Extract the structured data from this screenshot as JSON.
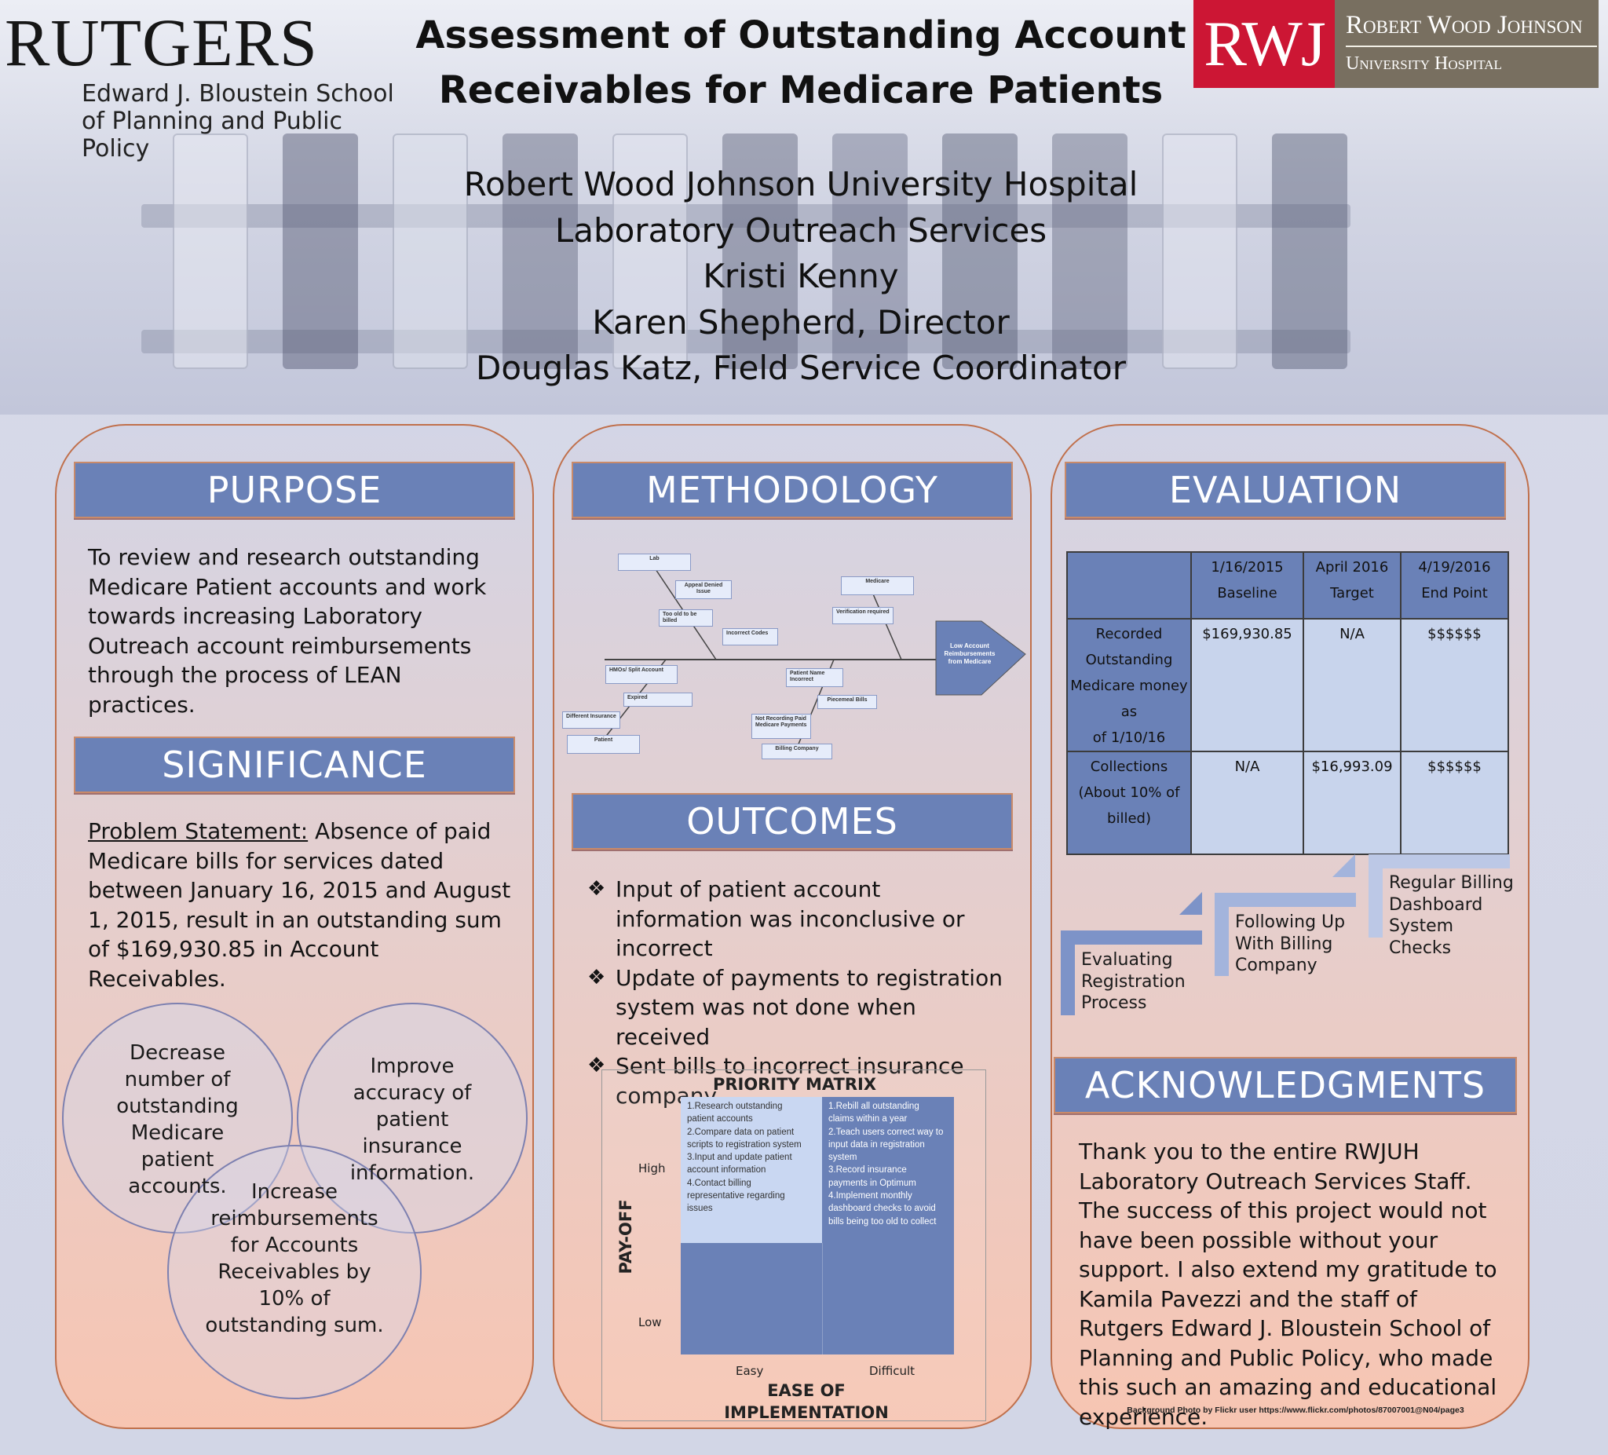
{
  "header": {
    "rutgers_logo_word": "RUTGERS",
    "rutgers_school_line1": "Edward J. Bloustein School",
    "rutgers_school_line2": "of Planning and Public Policy",
    "title_line1": "Assessment of Outstanding Account",
    "title_line2": "Receivables for Medicare Patients",
    "rwj_mark": "RWJ",
    "rwj_line1": "Robert Wood Johnson",
    "rwj_line2": "University Hospital",
    "authors": [
      "Robert Wood Johnson University Hospital",
      "Laboratory Outreach Services",
      "Kristi Kenny",
      "Karen Shepherd, Director",
      "Douglas Katz, Field Service Coordinator"
    ]
  },
  "purpose": {
    "heading": "PURPOSE",
    "text": "To review and research outstanding Medicare Patient accounts and work towards increasing Laboratory Outreach account reimbursements through the process of LEAN practices."
  },
  "significance": {
    "heading": "SIGNIFICANCE",
    "problem_label": "Problem Statement:",
    "problem_text": " Absence of paid Medicare bills  for services dated between January 16, 2015 and August 1, 2015, result in an outstanding sum of $169,930.85 in Account Receivables.",
    "venn": [
      "Decrease number of outstanding Medicare patient accounts.",
      "Improve accuracy of patient insurance information.",
      "Increase reimbursements for Accounts Receivables by 10% of outstanding sum."
    ]
  },
  "methodology": {
    "heading": "METHODOLOGY",
    "fishbone": {
      "head": "Low Account Reimbursements from Medicare",
      "causes": {
        "lab": "Lab",
        "appeal": "Appeal Denied Issue",
        "too_old": "Too old to be billed",
        "incorrect_codes": "Incorrect Codes",
        "medicare": "Medicare",
        "verification": "Verification required",
        "hmos": "HMOs/ Split Account",
        "expired": "Expired",
        "different_insurance": "Different Insurance",
        "patient": "Patient",
        "patient_name": "Patient Name Incorrect",
        "piecemeal": "Piecemeal Bills",
        "not_recording": "Not Recording Paid Medicare Payments",
        "billing_company": "Billing Company"
      }
    }
  },
  "outcomes": {
    "heading": "OUTCOMES",
    "items": [
      "Input of patient account information was inconclusive or incorrect",
      "Update of payments to registration system was not done when received",
      "Sent bills to incorrect insurance company"
    ],
    "bullet_glyph": "❖"
  },
  "priority_matrix": {
    "title": "PRIORITY MATRIX",
    "y_axis": "PAY-OFF",
    "x_axis_line1": "EASE OF",
    "x_axis_line2": "IMPLEMENTATION",
    "high": "High",
    "low": "Low",
    "easy": "Easy",
    "difficult": "Difficult",
    "high_easy": [
      "1.Research outstanding",
      "patient accounts",
      "2.Compare data on patient",
      "scripts to registration system",
      "3.Input and update patient",
      "account information",
      "4.Contact billing",
      "representative regarding",
      "issues"
    ],
    "high_difficult": [
      "1.Rebill all outstanding",
      "claims within a year",
      "2.Teach users correct way to",
      "input data in registration",
      "system",
      "3.Record insurance",
      "payments in Optimum",
      "4.Implement monthly",
      "dashboard checks to avoid",
      "bills being too old to collect"
    ]
  },
  "evaluation": {
    "heading": "EVALUATION",
    "columns": [
      {
        "line1": "1/16/2015",
        "line2": "Baseline"
      },
      {
        "line1": "April 2016",
        "line2": "Target"
      },
      {
        "line1": "4/19/2016",
        "line2": "End Point"
      }
    ],
    "rows": [
      {
        "label": [
          "Recorded",
          "Outstanding",
          "Medicare money as",
          "of 1/10/16"
        ],
        "values": [
          "$169,930.85",
          "N/A",
          "$$$$$$"
        ]
      },
      {
        "label": [
          "Collections",
          "(About 10% of billed)"
        ],
        "values": [
          "N/A",
          "$16,993.09",
          "$$$$$$"
        ]
      }
    ],
    "steps": [
      "Evaluating Registration Process",
      "Following Up With Billing Company",
      "Regular Billing Dashboard System Checks"
    ]
  },
  "acknowledgments": {
    "heading": "ACKNOWLEDGMENTS",
    "text": "Thank you to the entire RWJUH Laboratory Outreach Services Staff. The success of this project would not have been possible without your support. I also extend my gratitude  to Kamila Pavezzi and the staff of Rutgers Edward J. Bloustein School of Planning and Public Policy, who made this such an amazing and educational experience."
  },
  "credit": "Background Photo by Flickr user https://www.flickr.com/photos/87007001@N04/page3",
  "colors": {
    "banner": "#6a81b7",
    "rwj_red": "#cc1634",
    "rwj_gray": "#786f60",
    "panel_border": "#c0704c",
    "table_cell": "#c8d4ec"
  }
}
